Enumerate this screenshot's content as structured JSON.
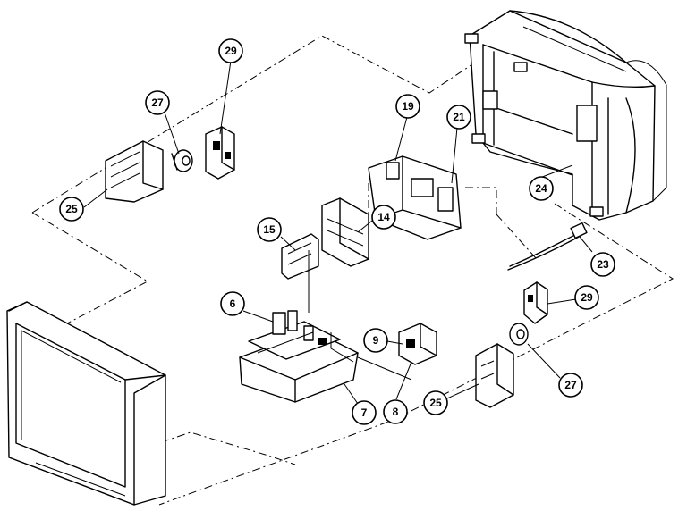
{
  "callouts": [
    {
      "id": "c29a",
      "label": "29"
    },
    {
      "id": "c27a",
      "label": "27"
    },
    {
      "id": "c25a",
      "label": "25"
    },
    {
      "id": "c19",
      "label": "19"
    },
    {
      "id": "c21",
      "label": "21"
    },
    {
      "id": "c24",
      "label": "24"
    },
    {
      "id": "c15",
      "label": "15"
    },
    {
      "id": "c14",
      "label": "14"
    },
    {
      "id": "c23",
      "label": "23"
    },
    {
      "id": "c6",
      "label": "6"
    },
    {
      "id": "c9",
      "label": "9"
    },
    {
      "id": "c29b",
      "label": "29"
    },
    {
      "id": "c27b",
      "label": "27"
    },
    {
      "id": "c25b",
      "label": "25"
    },
    {
      "id": "c7",
      "label": "7"
    },
    {
      "id": "c8",
      "label": "8"
    }
  ]
}
